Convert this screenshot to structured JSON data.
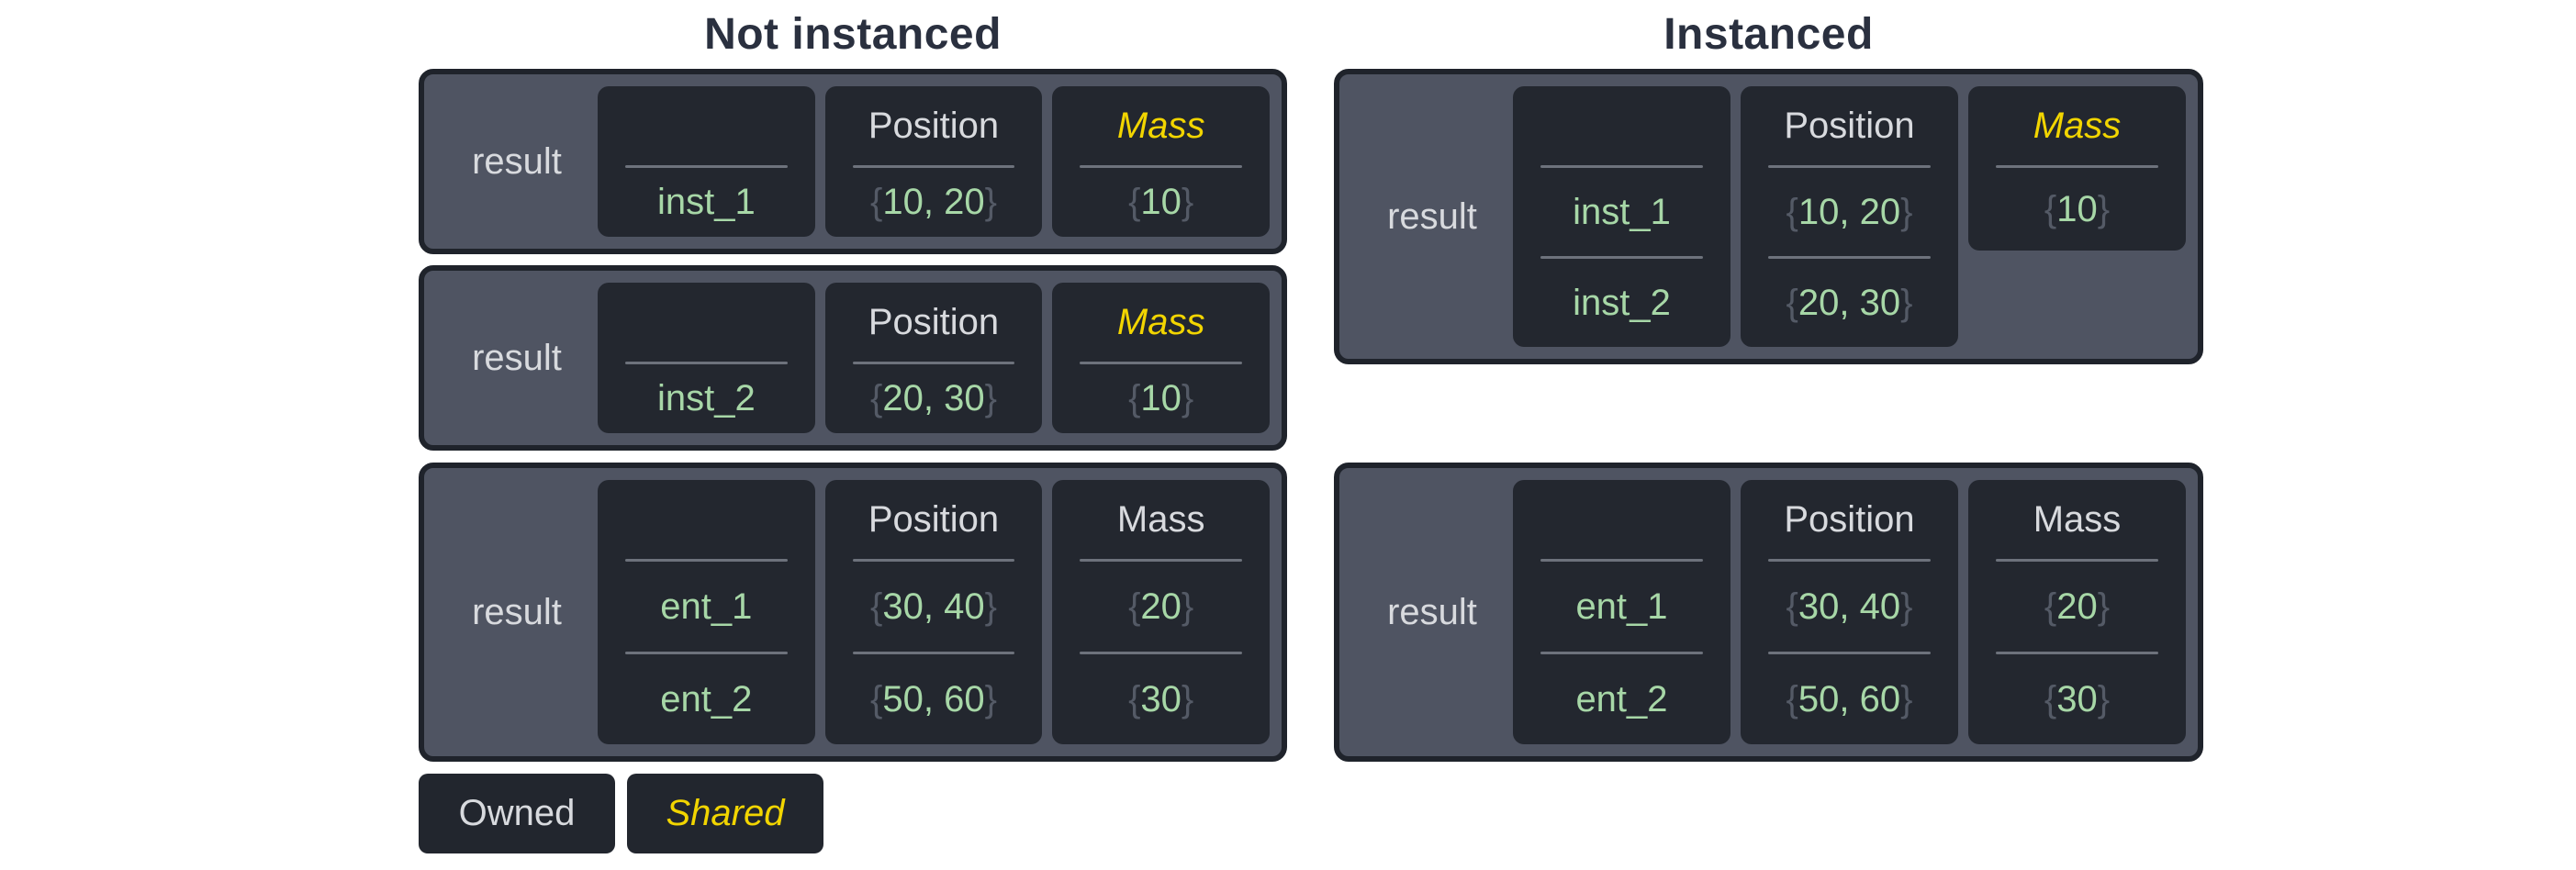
{
  "titles": {
    "not_instanced": "Not instanced",
    "instanced": "Instanced"
  },
  "labels": {
    "result": "result"
  },
  "headers": {
    "position": "Position",
    "mass": "Mass"
  },
  "syntax": {
    "open_brace": "{",
    "close_brace": "}"
  },
  "legend": {
    "owned": "Owned",
    "shared": "Shared"
  },
  "colors": {
    "page_background": "#ffffff",
    "title_text": "#2a303f",
    "box_fill": "#4f5462",
    "box_border": "#1f232b",
    "card_fill": "#23272f",
    "divider": "#6d727c",
    "owned_text": "#d8dade",
    "shared_text": "#f2d500",
    "value_text": "#a7d7a7",
    "brace_text": "#545a66"
  },
  "not_instanced": {
    "boxes": [
      {
        "mass_shared": true,
        "rows": [
          {
            "entity": "inst_1",
            "position": "10, 20",
            "mass": "10"
          }
        ]
      },
      {
        "mass_shared": true,
        "rows": [
          {
            "entity": "inst_2",
            "position": "20, 30",
            "mass": "10"
          }
        ]
      },
      {
        "mass_shared": false,
        "rows": [
          {
            "entity": "ent_1",
            "position": "30, 40",
            "mass": "20"
          },
          {
            "entity": "ent_2",
            "position": "50, 60",
            "mass": "30"
          }
        ]
      }
    ]
  },
  "instanced": {
    "boxes": [
      {
        "mass_shared": true,
        "rows": [
          {
            "entity": "inst_1",
            "position": "10, 20"
          },
          {
            "entity": "inst_2",
            "position": "20, 30"
          }
        ],
        "mass_values": [
          "10"
        ]
      },
      {
        "mass_shared": false,
        "rows": [
          {
            "entity": "ent_1",
            "position": "30, 40",
            "mass": "20"
          },
          {
            "entity": "ent_2",
            "position": "50, 60",
            "mass": "30"
          }
        ]
      }
    ]
  }
}
